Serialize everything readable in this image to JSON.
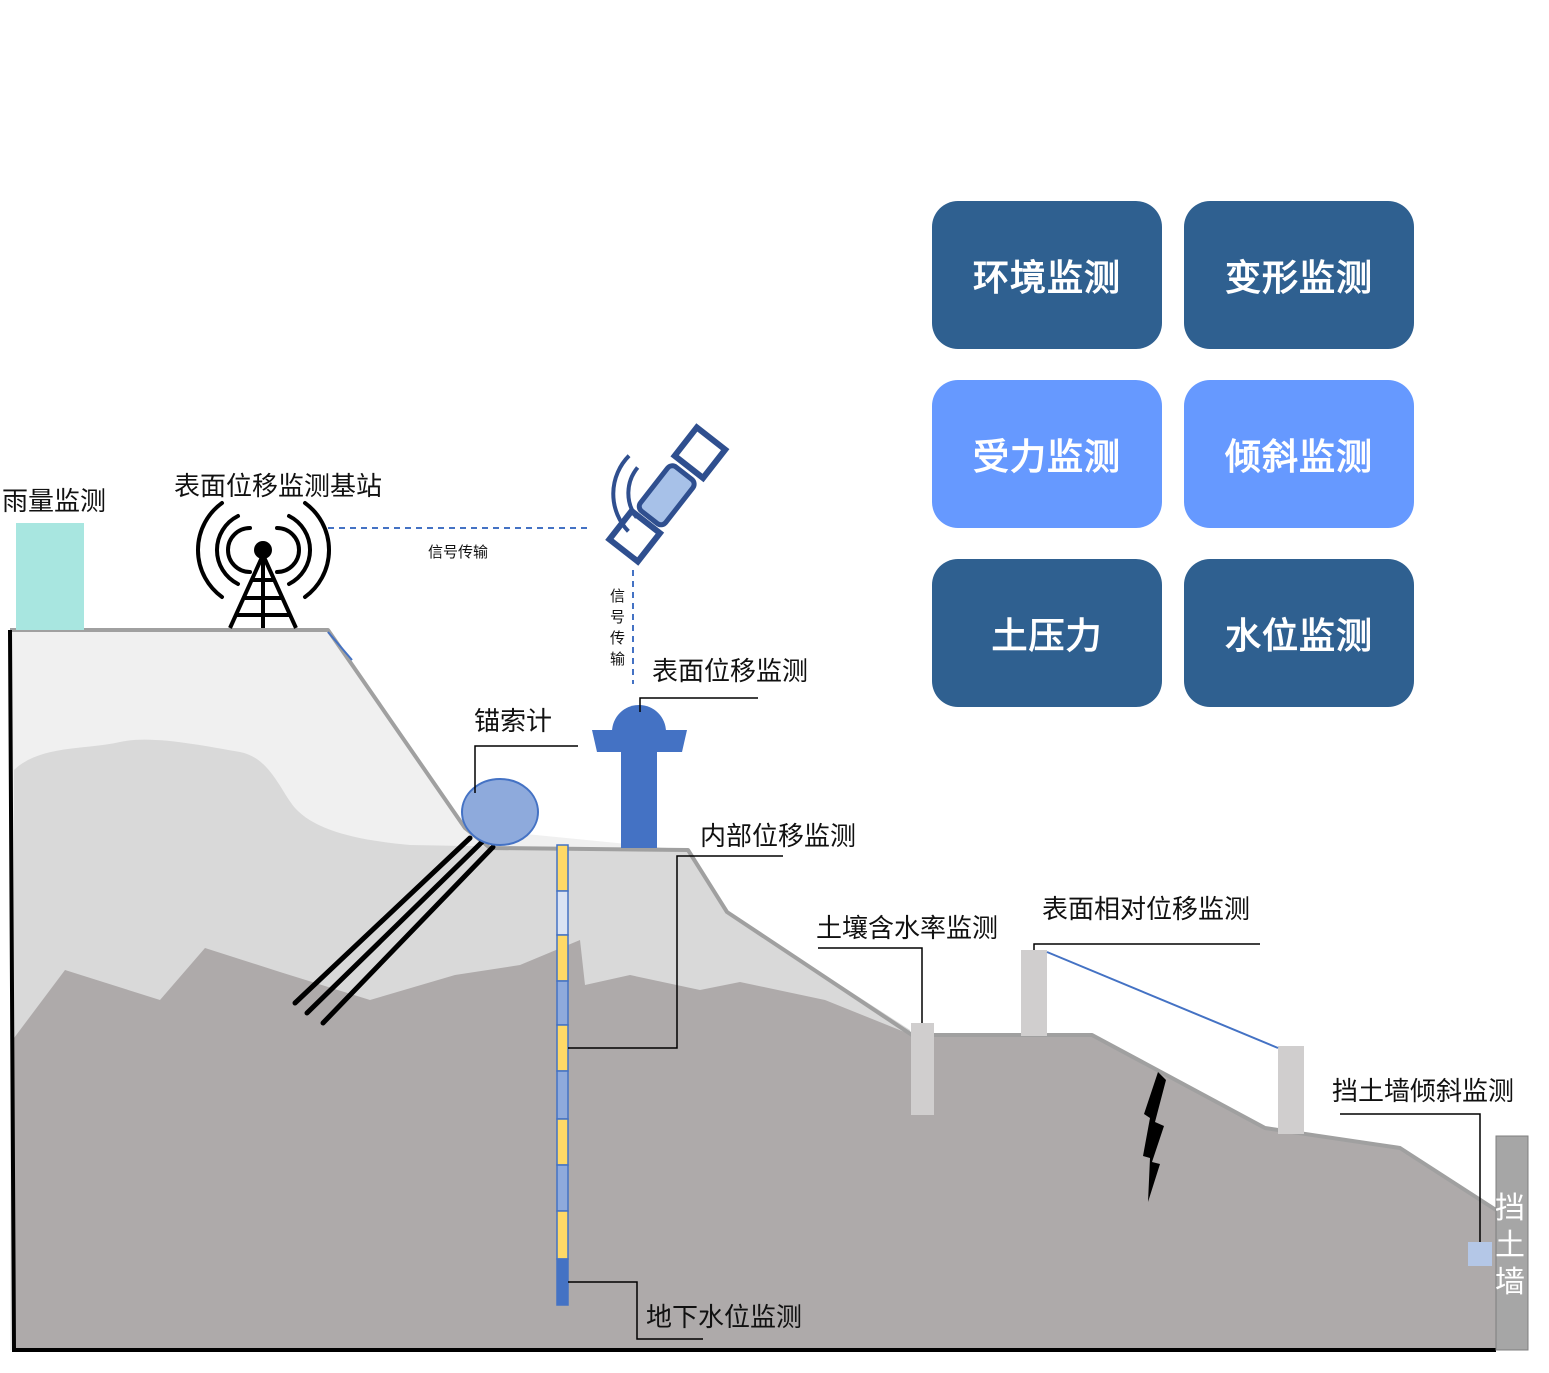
{
  "buttons": [
    {
      "label": "环境监测",
      "style": "dark"
    },
    {
      "label": "变形监测",
      "style": "dark"
    },
    {
      "label": "受力监测",
      "style": "light"
    },
    {
      "label": "倾斜监测",
      "style": "light"
    },
    {
      "label": "土压力",
      "style": "dark"
    },
    {
      "label": "水位监测",
      "style": "dark"
    }
  ],
  "labels": {
    "rain": "雨量监测",
    "base_station": "表面位移监测基站",
    "signal_h": "信号传输",
    "signal_v": [
      "信",
      "号",
      "传",
      "输"
    ],
    "surface_disp": "表面位移监测",
    "anchor": "锚索计",
    "internal_disp": "内部位移监测",
    "soil_moisture": "土壤含水率监测",
    "relative_disp": "表面相对位移监测",
    "wall_tilt": "挡土墙倾斜监测",
    "wall": [
      "挡",
      "土",
      "墙"
    ],
    "groundwater": "地下水位监测"
  },
  "colors": {
    "dark_button": "#2f6090",
    "light_button": "#6699ff",
    "rain_gauge": "#a8e6e0",
    "accent_blue": "#4472c4",
    "ground_dark": "#aeaaaa",
    "ground_mid": "#d9d9d9",
    "ground_light": "#f0f0f0"
  }
}
